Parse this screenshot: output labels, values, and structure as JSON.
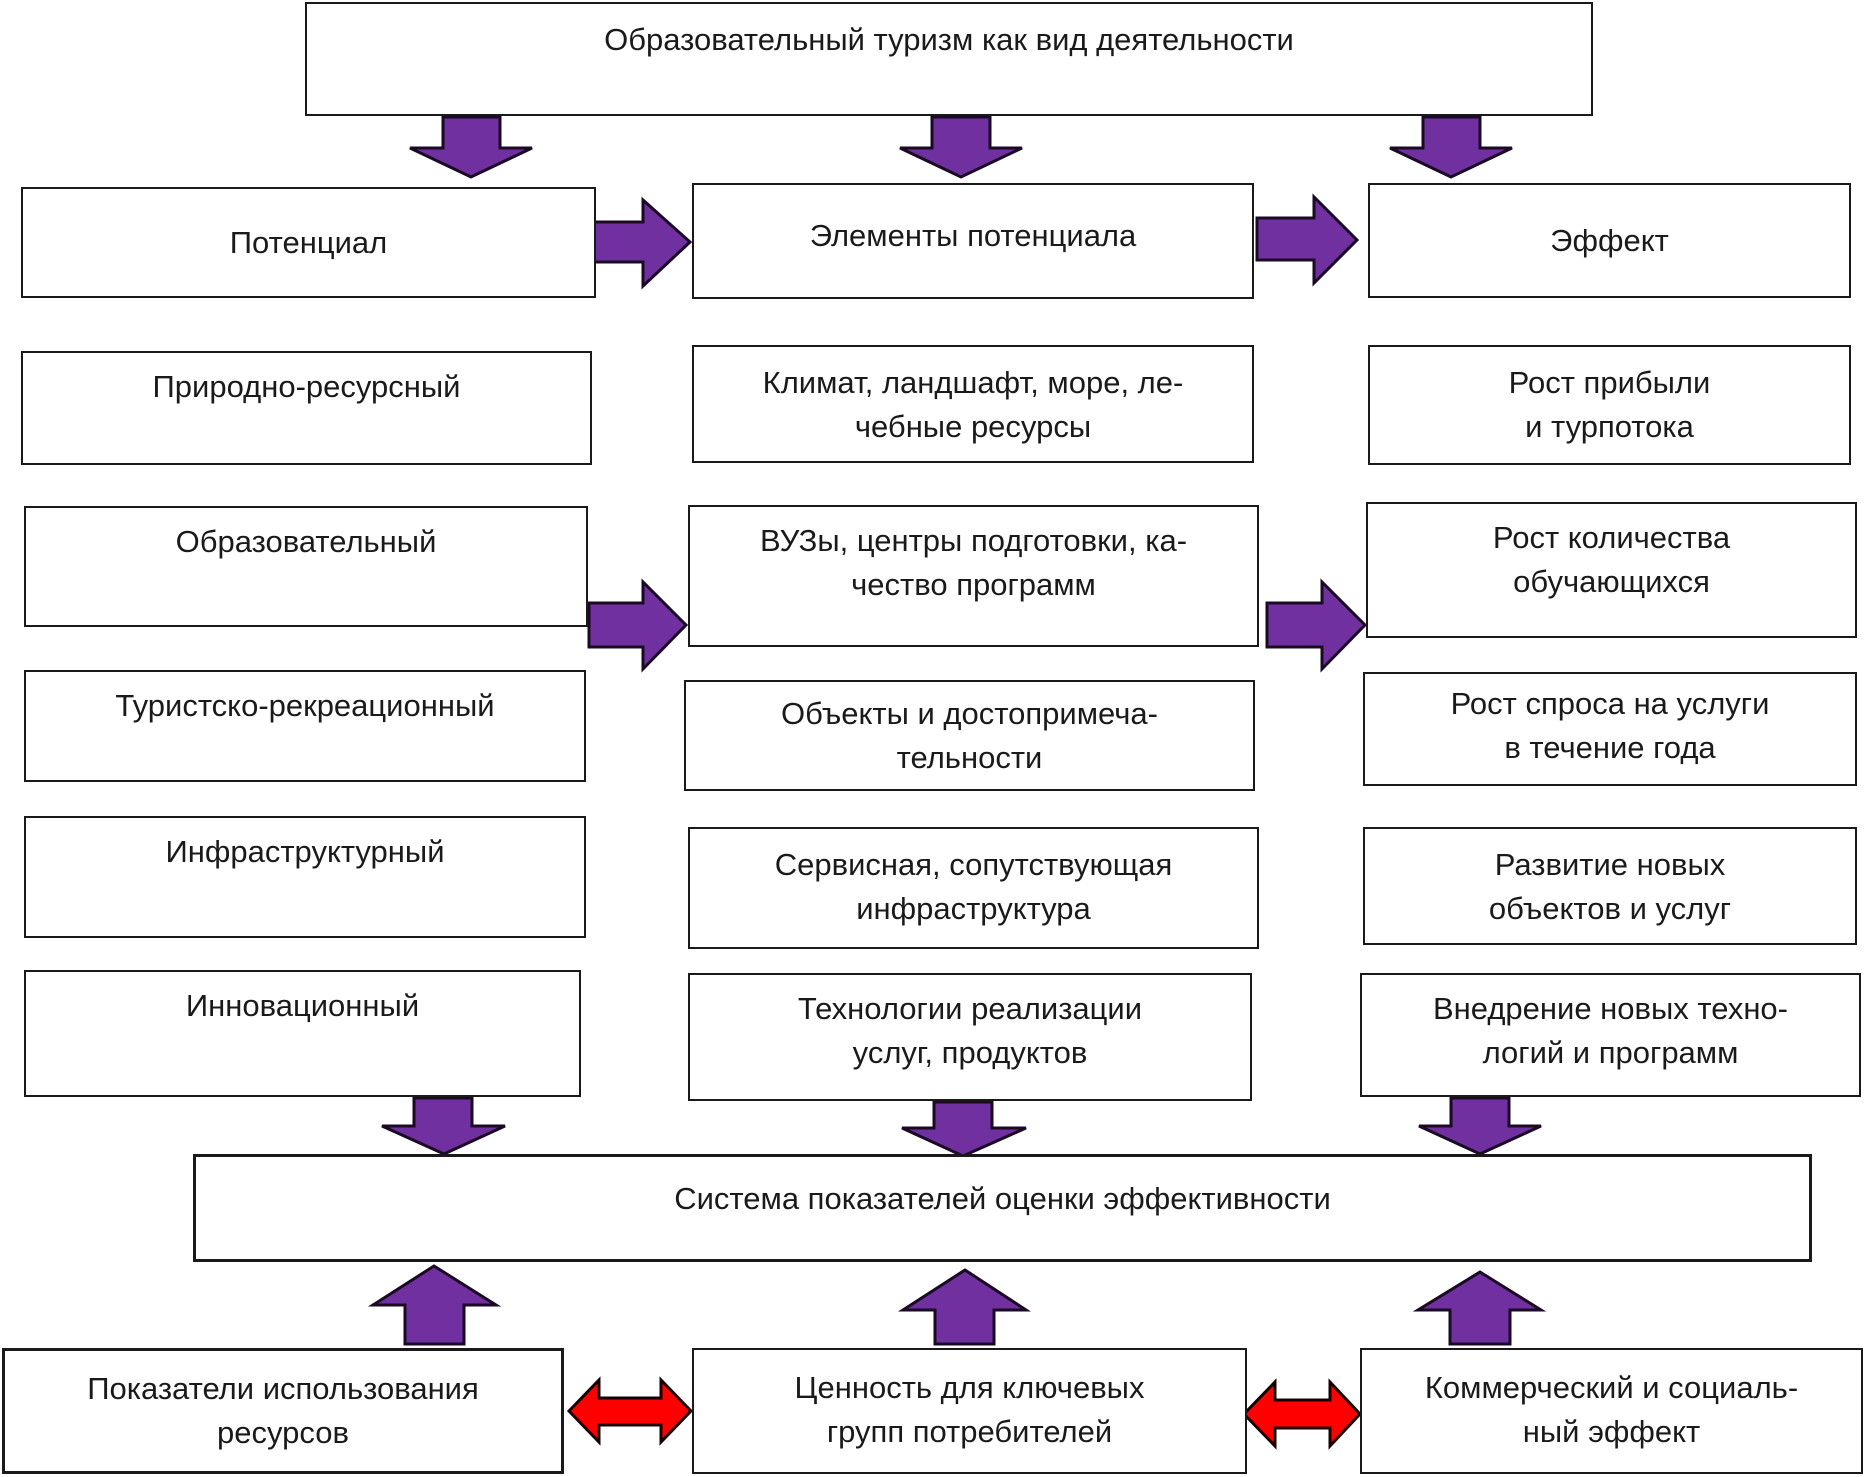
{
  "diagram": {
    "top": {
      "label": "Образовательный туризм как вид деятельности"
    },
    "headers": [
      {
        "label": "Потенциал"
      },
      {
        "label": "Элементы потенциала"
      },
      {
        "label": "Эффект"
      }
    ],
    "rows": [
      {
        "potential": [
          "Природно-ресурсный"
        ],
        "element": [
          "Климат, ландшафт, море, ле-",
          "чебные ресурсы"
        ],
        "effect": [
          "Рост прибыли",
          "и турпотока"
        ]
      },
      {
        "potential": [
          "Образовательный"
        ],
        "element": [
          "ВУЗы, центры подготовки, ка-",
          "чество программ"
        ],
        "effect": [
          "Рост количества",
          "обучающихся"
        ]
      },
      {
        "potential": [
          "Туристско-рекреационный"
        ],
        "element": [
          "Объекты и достопримеча-",
          "тельности"
        ],
        "effect": [
          "Рост спроса на услуги",
          "в течение года"
        ]
      },
      {
        "potential": [
          "Инфраструктурный"
        ],
        "element": [
          "Сервисная, сопутствующая",
          "инфраструктура"
        ],
        "effect": [
          "Развитие новых",
          "объектов и услуг"
        ]
      },
      {
        "potential": [
          "Инновационный"
        ],
        "element": [
          "Технологии реализации",
          "услуг, продуктов"
        ],
        "effect": [
          "Внедрение новых техно-",
          "логий и программ"
        ]
      }
    ],
    "system": {
      "label": "Система показателей оценки эффективности"
    },
    "bottom": [
      {
        "lines": [
          "Показатели использования",
          "ресурсов"
        ]
      },
      {
        "lines": [
          "Ценность для ключевых",
          "групп потребителей"
        ]
      },
      {
        "lines": [
          "Коммерческий и социаль-",
          "ный эффект"
        ]
      }
    ],
    "colors": {
      "arrow_flow": "#7030A0",
      "arrow_bidirectional": "#FF0000",
      "box_border": "#1A1A1A",
      "background": "#FFFFFF"
    }
  }
}
